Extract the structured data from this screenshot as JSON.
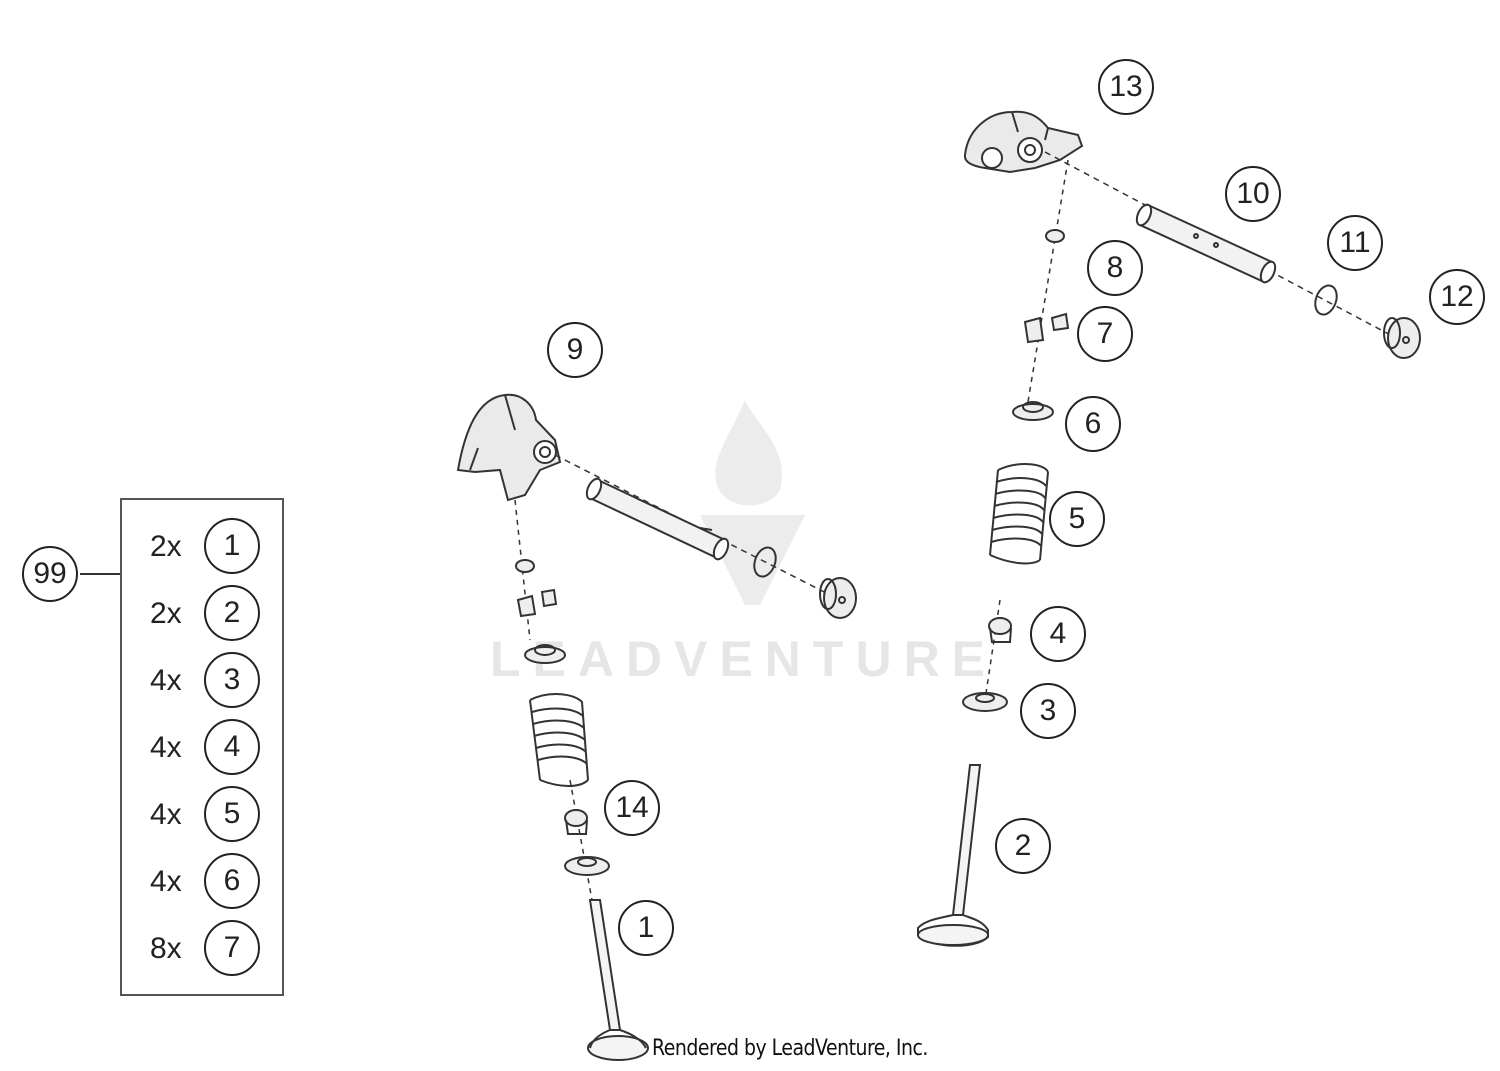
{
  "watermark": {
    "text": "LEADVENTURE"
  },
  "credit": "Rendered by LeadVenture, Inc.",
  "callouts": {
    "c13": "13",
    "c10": "10",
    "c11": "11",
    "c12": "12",
    "c8": "8",
    "c7": "7",
    "c6": "6",
    "c5": "5",
    "c4": "4",
    "c3": "3",
    "c2": "2",
    "c9": "9",
    "c14": "14",
    "c1": "1",
    "c99": "99"
  },
  "kit": {
    "items": [
      {
        "qty": "2x",
        "ref": "1"
      },
      {
        "qty": "2x",
        "ref": "2"
      },
      {
        "qty": "4x",
        "ref": "3"
      },
      {
        "qty": "4x",
        "ref": "4"
      },
      {
        "qty": "4x",
        "ref": "5"
      },
      {
        "qty": "4x",
        "ref": "6"
      },
      {
        "qty": "8x",
        "ref": "7"
      }
    ]
  }
}
